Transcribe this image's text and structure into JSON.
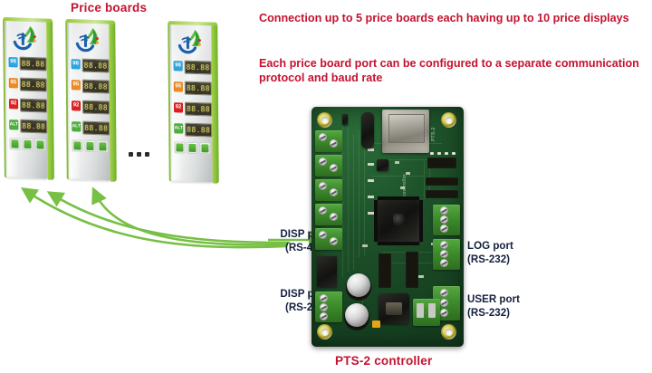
{
  "diagram": {
    "headings": {
      "price_boards": "Price boards",
      "controller_caption": "PTS-2 controller"
    },
    "notes": [
      "Connection up to 5 price boards each having up to 10 price displays",
      "Each price board port can be configured to a separate communication protocol and baud rate"
    ],
    "port_labels": [
      {
        "id": "disp-485",
        "name": "DISP port",
        "interface": "(RS-485)",
        "side": "left"
      },
      {
        "id": "disp-232",
        "name": "DISP port",
        "interface": "(RS-232)",
        "side": "left"
      },
      {
        "id": "log-232",
        "name": "LOG port",
        "interface": "(RS-232)",
        "side": "right"
      },
      {
        "id": "user-232",
        "name": "USER port",
        "interface": "(RS-232)",
        "side": "right"
      }
    ],
    "ellipsis": "...",
    "price_board": {
      "display_rows": [
        {
          "grade": "98",
          "tag_color": "#2BA6E0",
          "price": "88.88"
        },
        {
          "grade": "95",
          "tag_color": "#F08A1E",
          "price": "88.88"
        },
        {
          "grade": "92",
          "tag_color": "#E02020",
          "price": "88.88"
        },
        {
          "grade": "ALT",
          "tag_color": "#4CAF3E",
          "price": "88.88"
        }
      ],
      "footer_icons": [
        "currency-exchange-icon",
        "avg-price-icon",
        "car-wash-icon"
      ],
      "logo": "fuel-drop-wifi-logo"
    },
    "board_count_shown": 3,
    "colors": {
      "accent_red": "#C4122F",
      "label_navy": "#14213d",
      "arrow_green": "#77C043",
      "board_edge_green": "#8DC63F",
      "pcb_green": "#1d5129"
    },
    "pcb": {
      "silkscreen": [
        "PTS-2",
        "controller"
      ],
      "components": [
        "rj45-ethernet-jack",
        "microcontroller-chip",
        "electrolytic-capacitor",
        "screw-terminal-block",
        "pin-header",
        "power-connector"
      ]
    }
  }
}
